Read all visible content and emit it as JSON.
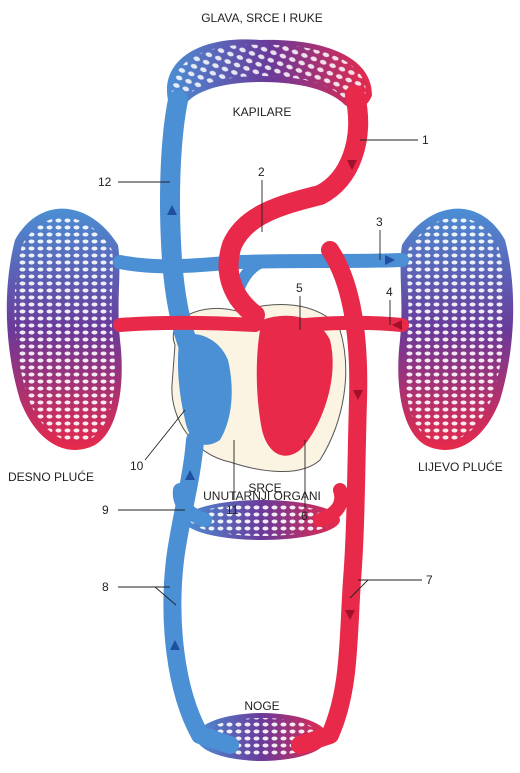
{
  "labels": {
    "head": "GLAVA, SRCE I RUKE",
    "capillaries": "KAPILARE",
    "right_lung": "DESNO PLUĆE",
    "left_lung": "LIJEVO PLUĆE",
    "heart": "SRCE",
    "organs": "UNUTARNJI ORGANI",
    "legs": "NOGE"
  },
  "numbers": [
    "1",
    "2",
    "3",
    "4",
    "5",
    "6",
    "7",
    "8",
    "9",
    "10",
    "11",
    "12"
  ],
  "colors": {
    "vein": "#4b8fd4",
    "artery": "#e8294a",
    "mixed": "#6a3a9a",
    "heart_bg": "#fbf4e2"
  }
}
